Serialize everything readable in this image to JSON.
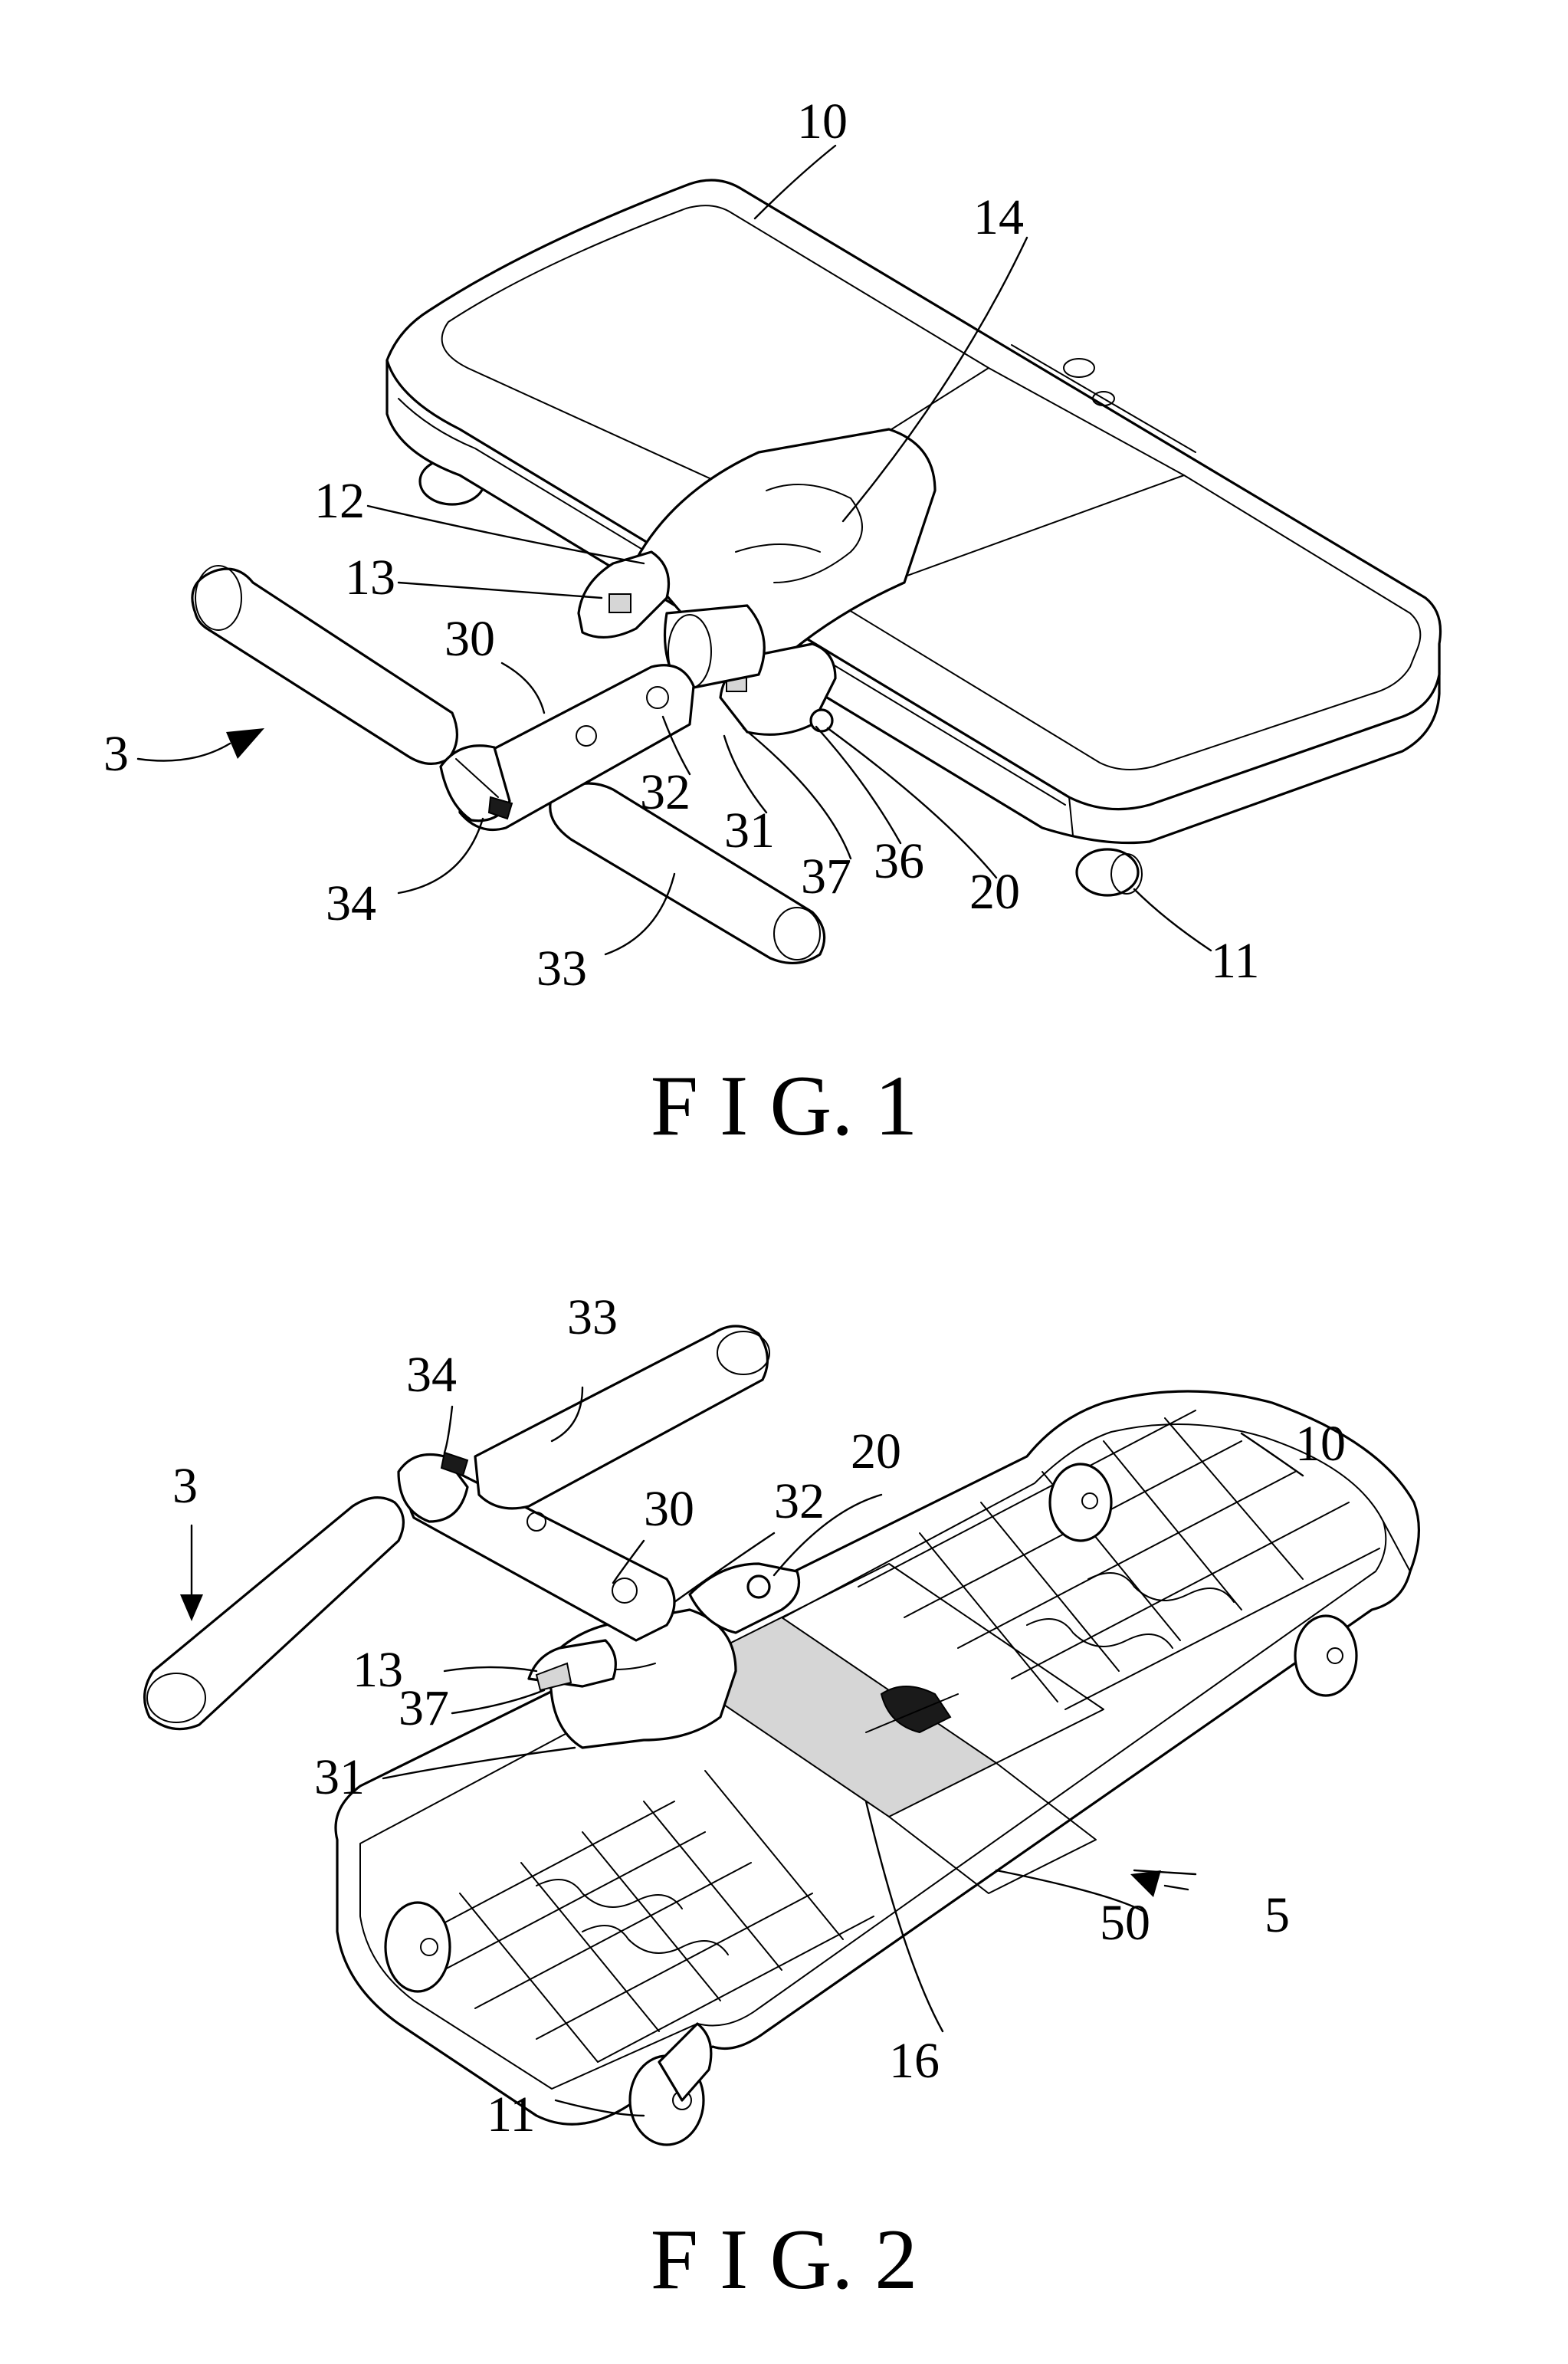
{
  "sheet": {
    "figures": [
      {
        "caption": "F I G. 1",
        "references": [
          "10",
          "14",
          "12",
          "13",
          "30",
          "3",
          "32",
          "31",
          "37",
          "36",
          "20",
          "34",
          "33",
          "11"
        ]
      },
      {
        "caption": "F I G. 2",
        "references": [
          "33",
          "34",
          "20",
          "10",
          "3",
          "30",
          "32",
          "13",
          "37",
          "31",
          "50",
          "5",
          "16",
          "11"
        ]
      }
    ]
  }
}
